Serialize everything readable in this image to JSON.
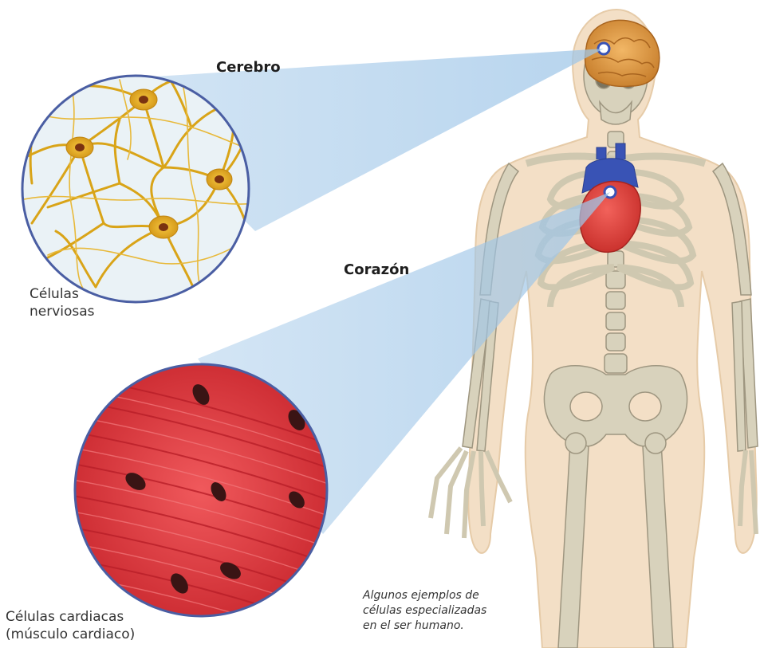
{
  "labels": {
    "brain": "Cerebro",
    "heart": "Corazón",
    "nerve_cells_line1": "Células",
    "nerve_cells_line2": "nerviosas",
    "cardiac_cells_line1": "Células cardiacas",
    "cardiac_cells_line2": "(músculo cardiaco)"
  },
  "caption": {
    "line1": "Algunos ejemplos de",
    "line2": "células especializadas",
    "line3": "en el ser humano."
  },
  "colors": {
    "neuron": "#d9a418",
    "neuron_nucleus": "#7a3210",
    "muscle": "#e0383e",
    "muscle_nucleus": "#3a1414",
    "circle_border": "#4a5ea3",
    "beam": "#9fc6e8",
    "skin": "#f3dfc6",
    "bone": "#d8d2bc",
    "brain": "#e0a04a",
    "heart": "#dd3a32",
    "vessels": "#3953b5"
  }
}
